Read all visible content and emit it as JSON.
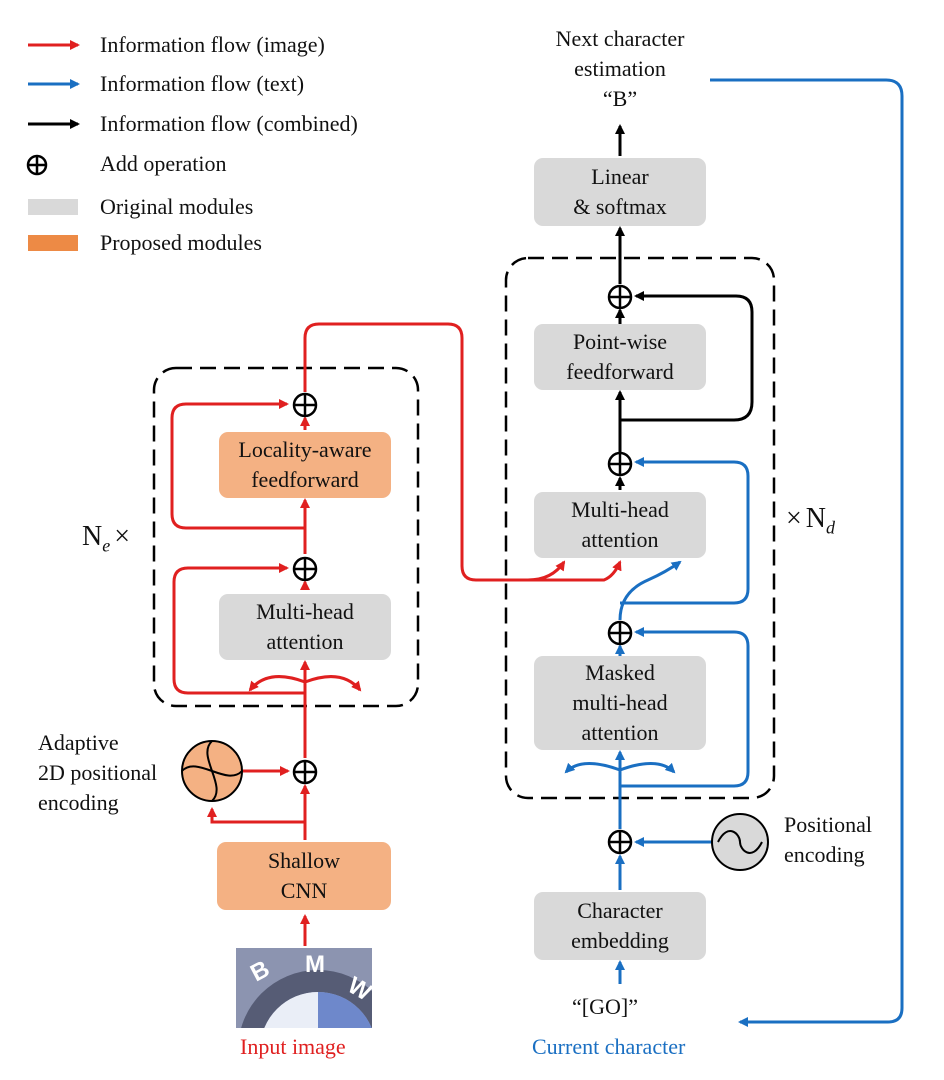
{
  "legend": {
    "items": [
      {
        "label": "Information flow (image)"
      },
      {
        "label": "Information flow (text)"
      },
      {
        "label": "Information flow (combined)"
      },
      {
        "label": "Add operation"
      },
      {
        "label": "Original modules"
      },
      {
        "label": "Proposed modules"
      }
    ]
  },
  "encoder": {
    "repeat_label": "N",
    "repeat_sub": "e",
    "repeat_times": "×",
    "ff_line1": "Locality-aware",
    "ff_line2": "feedforward",
    "mha_line1": "Multi-head",
    "mha_line2": "attention",
    "adaptive_line1": "Adaptive",
    "adaptive_line2": "2D positional",
    "adaptive_line3": "encoding",
    "cnn_line1": "Shallow",
    "cnn_line2": "CNN",
    "input_label": "Input image",
    "image_letters": [
      "B",
      "M",
      "W"
    ]
  },
  "decoder": {
    "repeat_times": "×",
    "repeat_label": "N",
    "repeat_sub": "d",
    "next_line1": "Next character",
    "next_line2": "estimation",
    "next_char": "“B”",
    "linear_line1": "Linear",
    "linear_line2": "& softmax",
    "pw_line1": "Point-wise",
    "pw_line2": "feedforward",
    "mha_line1": "Multi-head",
    "mha_line2": "attention",
    "masked_line1": "Masked",
    "masked_line2": "multi-head",
    "masked_line3": "attention",
    "pos_line1": "Positional",
    "pos_line2": "encoding",
    "embed_line1": "Character",
    "embed_line2": "embedding",
    "go_token": "“[GO]”",
    "current_label": "Current character"
  },
  "colors": {
    "image_flow": "#e02020",
    "text_flow": "#1a6fc2",
    "combined_flow": "#000000",
    "original_module": "#d9d9d9",
    "proposed_module": "#f4b183"
  }
}
